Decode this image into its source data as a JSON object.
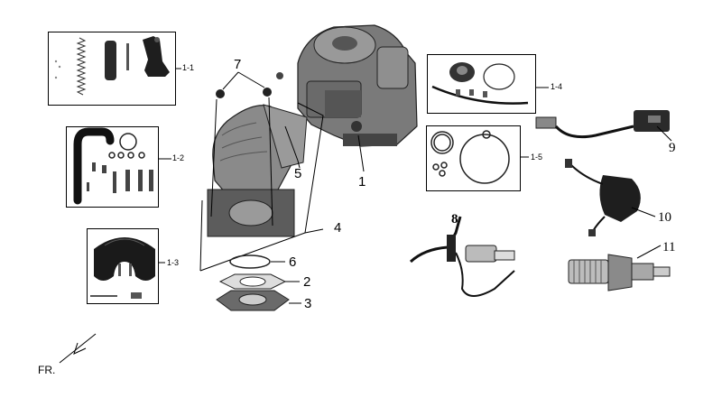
{
  "labels": {
    "sub_1_1": "1-1",
    "sub_1_2": "1-2",
    "sub_1_3": "1-3",
    "sub_1_4": "1-4",
    "sub_1_5": "1-5",
    "n1": "1",
    "n2": "2",
    "n3": "3",
    "n4": "4",
    "n5": "5",
    "n6": "6",
    "n7": "7",
    "n8": "8",
    "n9": "9",
    "n10": "10",
    "n11": "11",
    "direction": "FR."
  }
}
